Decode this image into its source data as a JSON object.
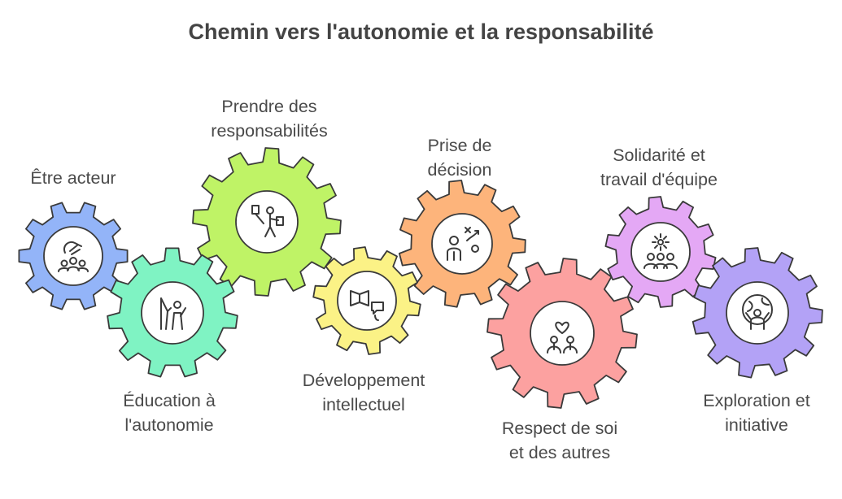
{
  "title": "Chemin vers l'autonomie et la responsabilité",
  "colors": {
    "outline": "#3a3a3a",
    "label_text": "#4a4a4a",
    "title_text": "#444444",
    "icon_bg": "#ffffff"
  },
  "steps": [
    {
      "id": "etre-acteur",
      "label": [
        "Être acteur"
      ],
      "color": "#93B4F8",
      "icon": "people-hand-icon"
    },
    {
      "id": "education-autonomie",
      "label": [
        "Éducation à",
        "l'autonomie"
      ],
      "color": "#7FF3C3",
      "icon": "teacher-child-icon"
    },
    {
      "id": "prendre-responsabilites",
      "label": [
        "Prendre des",
        "responsabilités"
      ],
      "color": "#BFF366",
      "icon": "person-carrying-icon"
    },
    {
      "id": "developpement-intellectuel",
      "label": [
        "Développement",
        "intellectuel"
      ],
      "color": "#FBF286",
      "icon": "book-chat-icon"
    },
    {
      "id": "prise-decision",
      "label": [
        "Prise de",
        "décision"
      ],
      "color": "#FDB47B",
      "icon": "decision-strategy-icon"
    },
    {
      "id": "respect-soi-autres",
      "label": [
        "Respect de soi",
        "et des autres"
      ],
      "color": "#FCA1A0",
      "icon": "two-people-heart-icon"
    },
    {
      "id": "solidarite-equipe",
      "label": [
        "Solidarité et",
        "travail d'équipe"
      ],
      "color": "#E4A8F5",
      "icon": "team-flower-icon"
    },
    {
      "id": "exploration-initiative",
      "label": [
        "Exploration et",
        "initiative"
      ],
      "color": "#B3A2F6",
      "icon": "person-globe-icon"
    }
  ]
}
